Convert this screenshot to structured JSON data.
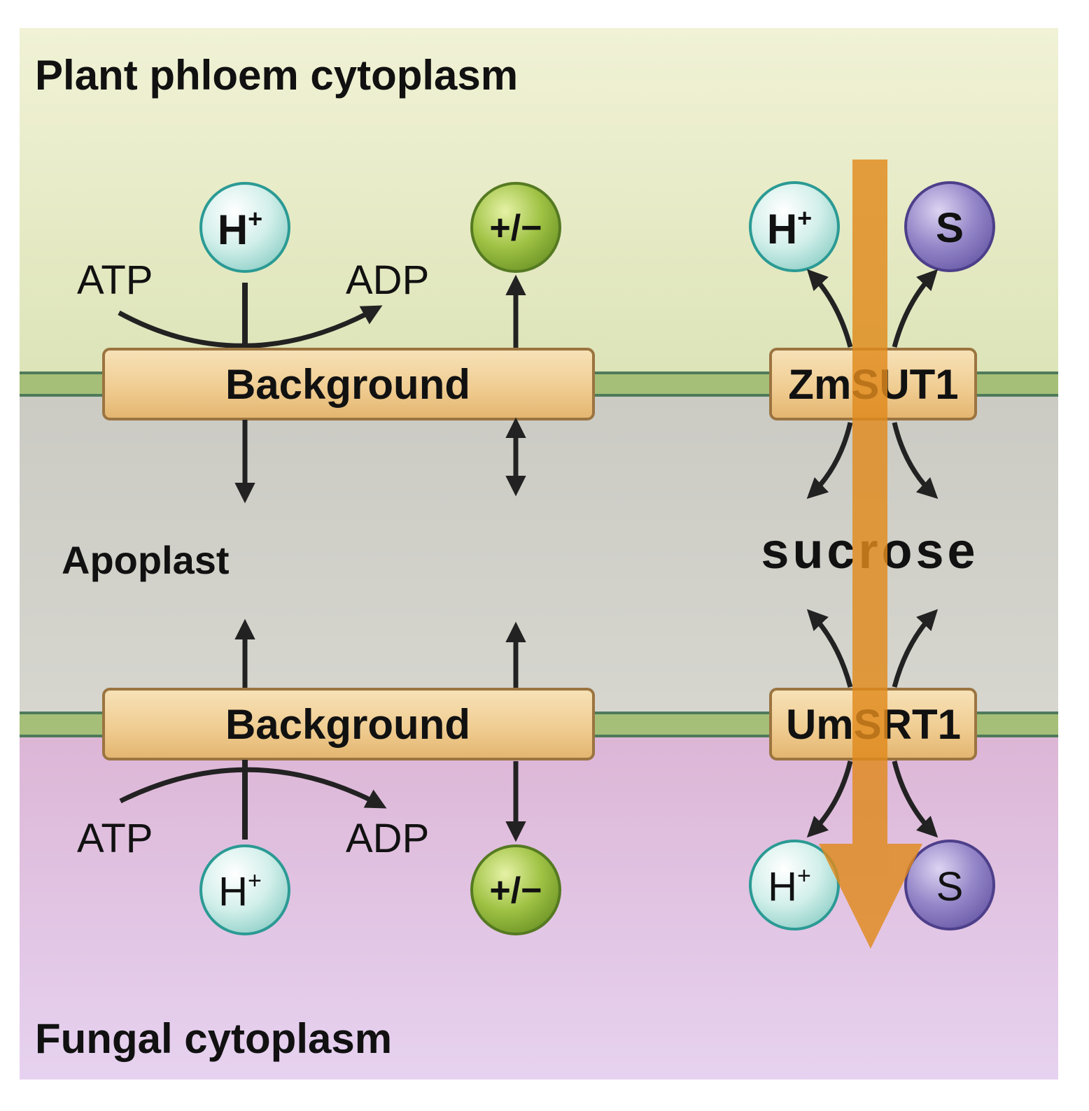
{
  "regions": {
    "top": "Plant phloem cytoplasm",
    "middle": "Apoplast",
    "bottom": "Fungal cytoplasm"
  },
  "left_system": {
    "top_transporter": "Background",
    "bottom_transporter": "Background",
    "atp": "ATP",
    "adp": "ADP",
    "proton": "H",
    "proton_sup": "+",
    "ion": "+/−"
  },
  "right_system": {
    "top_transporter": {
      "pre": "Zm",
      "mid": "S",
      "post": "UT1"
    },
    "bottom_transporter": {
      "pre": "Um",
      "mid": "S",
      "post": "RT1"
    },
    "proton": "H",
    "proton_sup": "+",
    "substrate": "S",
    "sucrose": {
      "pre": "suc",
      "mid": "r",
      "post": "ose"
    }
  },
  "colors": {
    "top_bg": "#eef0d0",
    "middle_bg": "#cfcfc8",
    "bottom_bg": "#e6cce6",
    "membrane": "#a5bf78",
    "transporter": "#f2d29e",
    "proton_ball": "#c9ece8",
    "ion_ball": "#8fb43a",
    "substrate_ball": "#8b7bc0",
    "flux_arrow": "#e08a1c"
  }
}
